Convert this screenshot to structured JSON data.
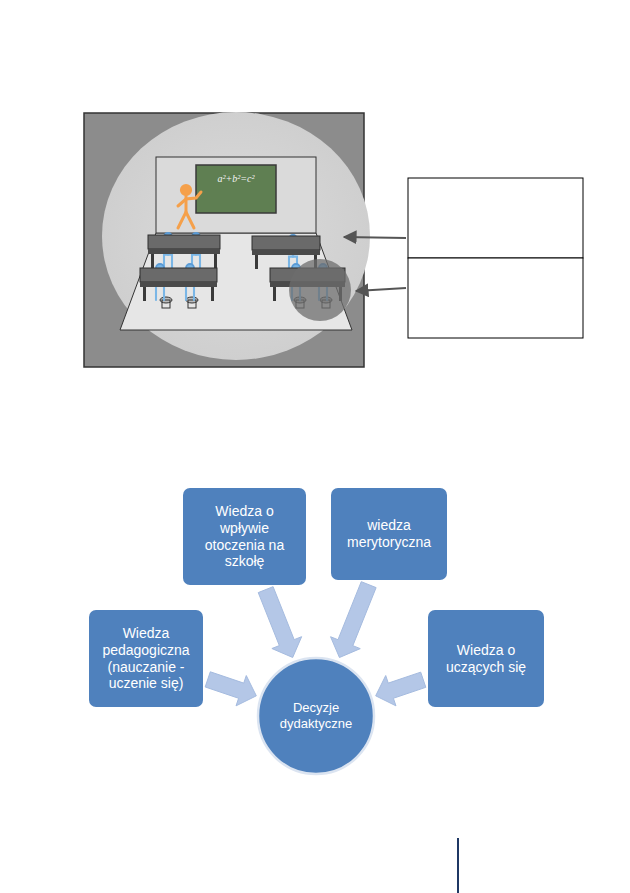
{
  "diagram": {
    "nodes": [
      {
        "text": [
          "Wiedza o wpływie otoczenia na szkołę"
        ]
      },
      {
        "text": [
          "wiedza merytoryczna"
        ]
      },
      {
        "text": [
          "Wiedza pedagogiczna (nauczanie - uczenie się)"
        ]
      },
      {
        "text": [
          "Wiedza o uczących się"
        ]
      },
      {
        "text": [
          "Decyzje dydaktyczne"
        ]
      }
    ],
    "edges": [
      {
        "from": 0,
        "to": 4,
        "arrow": "to"
      },
      {
        "from": 1,
        "to": 4,
        "arrow": "to"
      },
      {
        "from": 2,
        "to": 4,
        "arrow": "to"
      },
      {
        "from": 3,
        "to": 4,
        "arrow": "to"
      }
    ],
    "labels": [
      "a²+b²=c²"
    ]
  }
}
